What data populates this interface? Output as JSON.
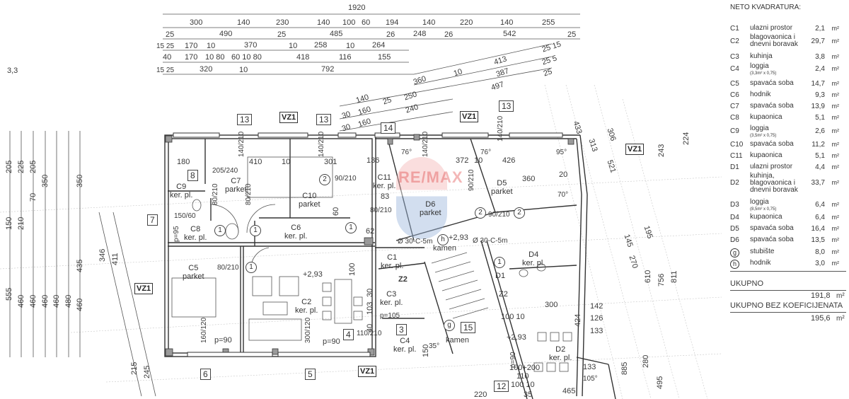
{
  "plan": {
    "corner_note": "3,3",
    "top_dimensions": {
      "row1": [
        "1920"
      ],
      "row2": [
        "300",
        "140",
        "230",
        "140",
        "100",
        "60",
        "194",
        "140",
        "220",
        "140",
        "255"
      ],
      "row3": [
        "25",
        "490",
        "25",
        "485",
        "26",
        "248",
        "26",
        "542",
        "25"
      ],
      "row4": [
        "15 25",
        "170",
        "10",
        "370",
        "10",
        "258",
        "10",
        "264"
      ],
      "row5": [
        "40",
        "170",
        "10 80",
        "60 10 80",
        "418",
        "116",
        "155"
      ],
      "row6": [
        "15 25",
        "320",
        "10",
        "792"
      ]
    },
    "angled_dimensions": [
      "413",
      "387",
      "497",
      "360",
      "10",
      "250",
      "240",
      "160",
      "140",
      "160",
      "25",
      "30",
      "30",
      "25 15",
      "25 5",
      "25"
    ],
    "left_dimensions": [
      "205",
      "150",
      "555",
      "225",
      "210",
      "460",
      "205",
      "70",
      "460",
      "350",
      "460",
      "350",
      "435",
      "460",
      "480",
      "460",
      "346",
      "411",
      "215",
      "245"
    ],
    "right_dimensions": [
      "433",
      "313",
      "306",
      "521",
      "243",
      "224",
      "195",
      "145",
      "270",
      "610",
      "756",
      "811",
      "280",
      "495",
      "885"
    ],
    "markers": [
      "13",
      "13",
      "13",
      "14",
      "8",
      "7",
      "6",
      "5",
      "4",
      "3",
      "12",
      "15"
    ],
    "section_marks": [
      "VZ1",
      "VZ1",
      "VZ1",
      "VZ1",
      "VZ1"
    ],
    "door_marks": [
      "1",
      "1",
      "1",
      "1",
      "2",
      "2",
      "2",
      "1",
      "g",
      "h"
    ],
    "rooms": {
      "C1": {
        "code": "C1",
        "floor": "ker. pl."
      },
      "C2": {
        "code": "C2",
        "floor": "ker. pl."
      },
      "C3": {
        "code": "C3",
        "floor": "ker. pl."
      },
      "C4": {
        "code": "C4",
        "floor": "ker. pl."
      },
      "C5": {
        "code": "C5",
        "floor": "parket"
      },
      "C6": {
        "code": "C6",
        "floor": "ker. pl."
      },
      "C7": {
        "code": "C7",
        "floor": "parket"
      },
      "C8": {
        "code": "C8",
        "floor": "ker. pl."
      },
      "C9": {
        "code": "C9",
        "floor": "ker. pl."
      },
      "C10": {
        "code": "C10",
        "floor": "parket"
      },
      "C11": {
        "code": "C11",
        "floor": "ker. pl."
      },
      "D1": {
        "code": "D1",
        "floor": ""
      },
      "D2": {
        "code": "D2",
        "floor": "ker. pl."
      },
      "D4": {
        "code": "D4",
        "floor": "ker. pl."
      },
      "D5": {
        "code": "D5",
        "floor": "parket"
      },
      "D6": {
        "code": "D6",
        "floor": "parket"
      }
    },
    "openings": [
      "140/210",
      "140/210",
      "140/210",
      "140/210",
      "80/210",
      "80/210",
      "80/210",
      "90/210",
      "90/210",
      "90/210",
      "80/210",
      "110/210",
      "160/120",
      "300/120",
      "205/240",
      "150/60"
    ],
    "misc_labels": [
      "180",
      "410",
      "10",
      "301",
      "136",
      "372",
      "10",
      "426",
      "360",
      "20",
      "83",
      "62",
      "60",
      "p=95",
      "p=90",
      "p=90",
      "p=105",
      "p=90",
      "+2,93",
      "+2,93",
      "+2,93",
      "kamen",
      "kamen",
      "Z2",
      "Z2",
      "76°",
      "76°",
      "95°",
      "70°",
      "35°",
      "105°",
      "300",
      "142",
      "126",
      "133",
      "133",
      "424",
      "100 10",
      "100+200",
      "110",
      "100 10",
      "465",
      "220",
      "35",
      "103",
      "40",
      "30",
      "100",
      "150",
      "Ø 30-C-5m",
      "Ø 30-C-5m"
    ],
    "watermark": "RE/MAX",
    "colors": {
      "lines": "#3a3a3a",
      "wall_fill": "#9a9a9a",
      "guide": "#bdbdbd"
    }
  },
  "area_table": {
    "title": "NETO KVADRATURA:",
    "rows": [
      {
        "code": "C1",
        "name": "ulazni prostor",
        "area": "2,1",
        "unit": "m²"
      },
      {
        "code": "C2",
        "name": "blagovaonica i dnevni boravak",
        "area": "29,7",
        "unit": "m²"
      },
      {
        "code": "C3",
        "name": "kuhinja",
        "area": "3,8",
        "unit": "m²"
      },
      {
        "code": "C4",
        "name": "loggia",
        "note": "(3,3m² x 0,75)",
        "area": "2,4",
        "unit": "m²"
      },
      {
        "code": "C5",
        "name": "spavaća soba",
        "area": "14,7",
        "unit": "m²"
      },
      {
        "code": "C6",
        "name": "hodnik",
        "area": "9,3",
        "unit": "m²"
      },
      {
        "code": "C7",
        "name": "spavaća soba",
        "area": "13,9",
        "unit": "m²"
      },
      {
        "code": "C8",
        "name": "kupaonica",
        "area": "5,1",
        "unit": "m²"
      },
      {
        "code": "C9",
        "name": "loggia",
        "note": "(3,5m² x 0,75)",
        "area": "2,6",
        "unit": "m²"
      },
      {
        "code": "C10",
        "name": "spavaća soba",
        "area": "11,2",
        "unit": "m²"
      },
      {
        "code": "C11",
        "name": "kupaonica",
        "area": "5,1",
        "unit": "m²"
      },
      {
        "code": "D1",
        "name": "ulazni prostor",
        "area": "4,4",
        "unit": "m²"
      },
      {
        "code": "D2",
        "name": "kuhinja, blagovaonica i dnevni boravak",
        "area": "33,7",
        "unit": "m²"
      },
      {
        "code": "D3",
        "name": "loggia",
        "note": "(8,5m² x 0,75)",
        "area": "6,4",
        "unit": "m²"
      },
      {
        "code": "D4",
        "name": "kupaonica",
        "area": "6,4",
        "unit": "m²"
      },
      {
        "code": "D5",
        "name": "spavaća soba",
        "area": "16,4",
        "unit": "m²"
      },
      {
        "code": "D6",
        "name": "spavaća soba",
        "area": "13,5",
        "unit": "m²"
      },
      {
        "code": "g",
        "name": "stubište",
        "area": "8,0",
        "unit": "m²"
      },
      {
        "code": "h",
        "name": "hodnik",
        "area": "3,0",
        "unit": "m²"
      }
    ],
    "total_label": "UKUPNO",
    "total_value": "191,8",
    "total_unit": "m²",
    "total_raw_label": "UKUPNO BEZ KOEFICIJENATA",
    "total_raw_value": "195,6",
    "total_raw_unit": "m²"
  }
}
